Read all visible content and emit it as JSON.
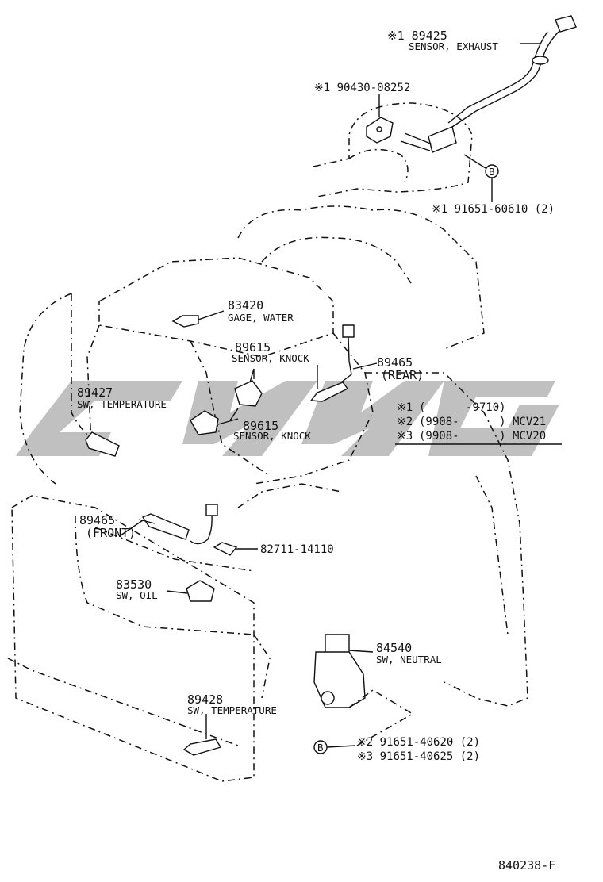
{
  "labels": {
    "exhaust_sensor_num": "※1 89425",
    "exhaust_sensor_name": "SENSOR, EXHAUST",
    "gasket_num": "※1 90430-08252",
    "stud_num": "※1 91651-60610 (2)",
    "water_gage_num": "83420",
    "water_gage_name": "GAGE, WATER",
    "knock_upper_num": "89615",
    "knock_upper_name": "SENSOR, KNOCK",
    "knock_lower_num": "89615",
    "knock_lower_name": "SENSOR, KNOCK",
    "rear_o2_num": "89465",
    "rear_o2_name": "(REAR)",
    "temp_upper_num": "89427",
    "temp_upper_name": "SW, TEMPERATURE",
    "front_o2_num": "89465",
    "front_o2_name": "(FRONT)",
    "clamp_num": "82711-14110",
    "oil_sw_num": "83530",
    "oil_sw_name": "SW, OIL",
    "neutral_sw_num": "84540",
    "neutral_sw_name": "SW, NEUTRAL",
    "temp_lower_num": "89428",
    "temp_lower_name": "SW, TEMPERATURE",
    "bolt_line1": "※2 91651-40620 (2)",
    "bolt_line2": "※3 91651-40625 (2)",
    "callout_b_upper": "B",
    "callout_b_lower": "B",
    "figure_code": "840238-F"
  },
  "legend": [
    {
      "mark": "※1",
      "range": "(      -9710)",
      "model": ""
    },
    {
      "mark": "※2",
      "range": "(9908-      )",
      "model": "MCV21"
    },
    {
      "mark": "※3",
      "range": "(9908-      )",
      "model": "MCV20"
    }
  ],
  "watermark": "cyyu",
  "colors": {
    "line": "#111111",
    "watermark": "#8c8c8c",
    "background": "#ffffff"
  }
}
